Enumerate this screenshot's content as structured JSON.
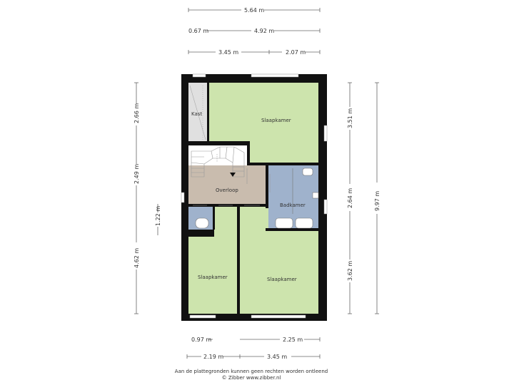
{
  "colors": {
    "bedroom": "#cde4ad",
    "landing": "#c9bcae",
    "bathroom": "#9fb2cc",
    "wall": "#111111",
    "closet": "#e0e0e0",
    "stairs": "#ffffff"
  },
  "rooms": {
    "kast": "Kast",
    "slaapkamer_top": "Slaapkamer",
    "overloop": "Overloop",
    "badkamer": "Badkamer",
    "slaapkamer_left": "Slaapkamer",
    "slaapkamer_right": "Slaapkamer"
  },
  "dimensions": {
    "top_total": "5.64 m",
    "top_left_small": "0.67 m",
    "top_mid": "4.92 m",
    "top_left": "3.45 m",
    "top_right": "2.07 m",
    "left_1": "2.66 m",
    "left_2": "2.49 m",
    "left_3": "1.22 m",
    "left_4": "4.62 m",
    "right_1": "3.51 m",
    "right_2": "2.64 m",
    "right_3": "3.62 m",
    "right_total": "9.97 m",
    "bottom_1": "0.97 m",
    "bottom_2": "2.25 m",
    "bottom_3": "2.19 m",
    "bottom_4": "3.45 m"
  },
  "footer": {
    "disclaimer": "Aan de plattegronden kunnen geen rechten worden ontleend",
    "copyright": "© Zibber www.zibber.nl"
  }
}
